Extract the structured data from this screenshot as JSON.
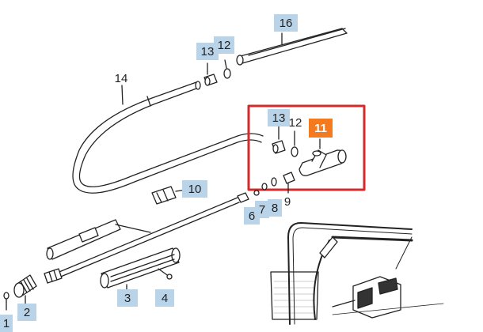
{
  "callouts": [
    {
      "id": "c16",
      "text": "16",
      "style": "blue"
    },
    {
      "id": "c14",
      "text": "14",
      "style": "plain"
    },
    {
      "id": "c13a",
      "text": "13",
      "style": "blue"
    },
    {
      "id": "c12a",
      "text": "12",
      "style": "blue"
    },
    {
      "id": "c13b",
      "text": "13",
      "style": "blue"
    },
    {
      "id": "c12b",
      "text": "12",
      "style": "plain"
    },
    {
      "id": "c11",
      "text": "11",
      "style": "orange"
    },
    {
      "id": "c10",
      "text": "10",
      "style": "blue"
    },
    {
      "id": "c6",
      "text": "6",
      "style": "blue"
    },
    {
      "id": "c7",
      "text": "7",
      "style": "blue"
    },
    {
      "id": "c8",
      "text": "8",
      "style": "blue"
    },
    {
      "id": "c9",
      "text": "9",
      "style": "plain"
    },
    {
      "id": "c3",
      "text": "3",
      "style": "blue"
    },
    {
      "id": "c4",
      "text": "4",
      "style": "blue"
    },
    {
      "id": "c2",
      "text": "2",
      "style": "blue"
    },
    {
      "id": "c1",
      "text": "1",
      "style": "blue"
    }
  ],
  "colors": {
    "highlight_frame": "#d42a2a",
    "callout_bg": "#b9d3e8",
    "callout_highlight": "#f47a1f",
    "line": "#222222"
  }
}
